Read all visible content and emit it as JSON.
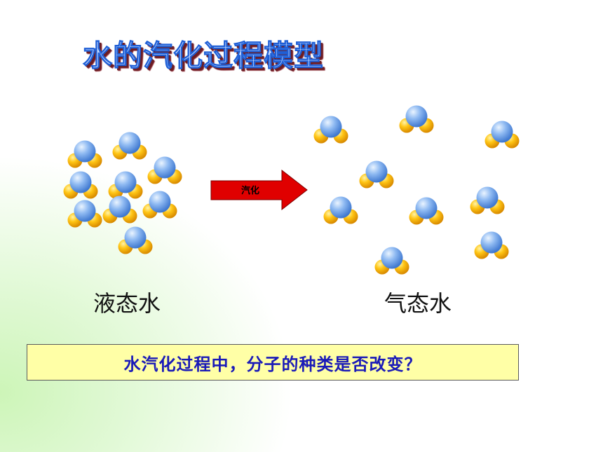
{
  "title": "水的汽化过程模型",
  "arrow_label": "汽化",
  "labels": {
    "liquid": "液态水",
    "gas": "气态水"
  },
  "question": "水汽化过程中，分子的种类是否改变？",
  "colors": {
    "oxygen": "#7fb2f0",
    "hydrogen": "#f5b400",
    "arrow": "#e00000",
    "question_bg": "#ffffa6",
    "question_text": "#1a1ab8"
  }
}
